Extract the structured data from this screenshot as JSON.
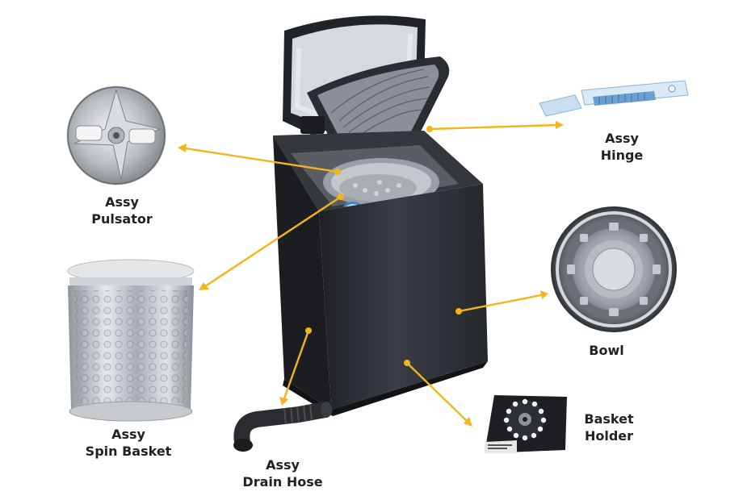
{
  "parts": {
    "hinge": {
      "line1": "Assy",
      "line2": "Hinge"
    },
    "pulsator": {
      "line1": "Assy",
      "line2": "Pulsator"
    },
    "bowl": {
      "line1": "Bowl"
    },
    "spin_basket": {
      "line1": "Assy",
      "line2": "Spin Basket"
    },
    "basket_holder": {
      "line1": "Basket",
      "line2": "Holder"
    },
    "drain_hose": {
      "line1": "Assy",
      "line2": "Drain Hose"
    }
  },
  "colors": {
    "arrow": "#f2b51a",
    "machine": "#2b2e33",
    "label": "#222222"
  }
}
